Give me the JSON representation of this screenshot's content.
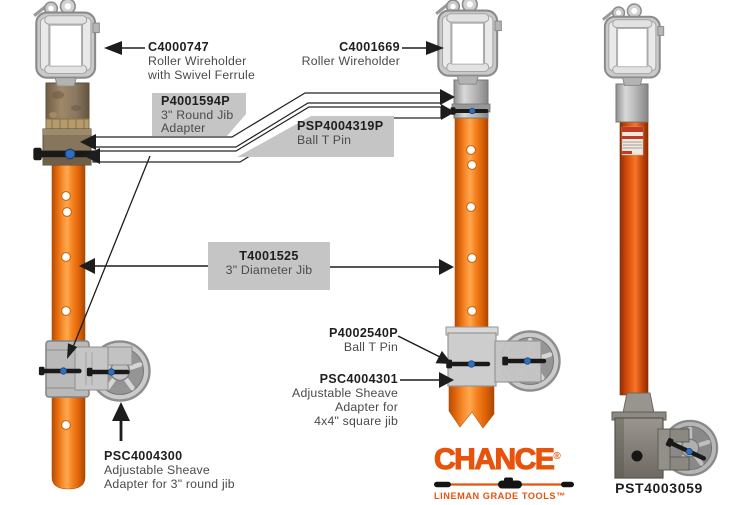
{
  "colors": {
    "pole_orange": "#EE6F10",
    "pole_red_orange": "#D24509",
    "callout_gray": "#C5C5C5",
    "brand_orange": "#E8530C",
    "line_black": "#1D1D1D",
    "text_gray": "#4A4A4A",
    "pin_blue": "#2E6FC0",
    "metal_silver": "#C6C6C6",
    "bronze": "#8A7760"
  },
  "callouts": {
    "c4000747": {
      "part": "C4000747",
      "desc1": "Roller Wireholder",
      "desc2": "with Swivel Ferrule"
    },
    "c4001669": {
      "part": "C4001669",
      "desc1": "Roller Wireholder"
    },
    "p4001594p": {
      "part": "P4001594P",
      "desc1": "3\" Round Jib",
      "desc2": "Adapter"
    },
    "psp4004319p": {
      "part": "PSP4004319P",
      "desc1": "Ball T Pin"
    },
    "t4001525": {
      "part": "T4001525",
      "desc1": "3\" Diameter Jib"
    },
    "p4002540p": {
      "part": "P4002540P",
      "desc1": "Ball T Pin"
    },
    "psc4004301": {
      "part": "PSC4004301",
      "desc1": "Adjustable Sheave",
      "desc2": "Adapter for",
      "desc3": "4x4\" square jib"
    },
    "psc4004300": {
      "part": "PSC4004300",
      "desc1": "Adjustable Sheave",
      "desc2": "Adapter for 3\" round jib"
    },
    "pst4003059": {
      "part": "PST4003059"
    }
  },
  "brand": {
    "name": "CHANCE",
    "registered": "®",
    "tagline": "LINEMAN GRADE TOOLS™"
  }
}
